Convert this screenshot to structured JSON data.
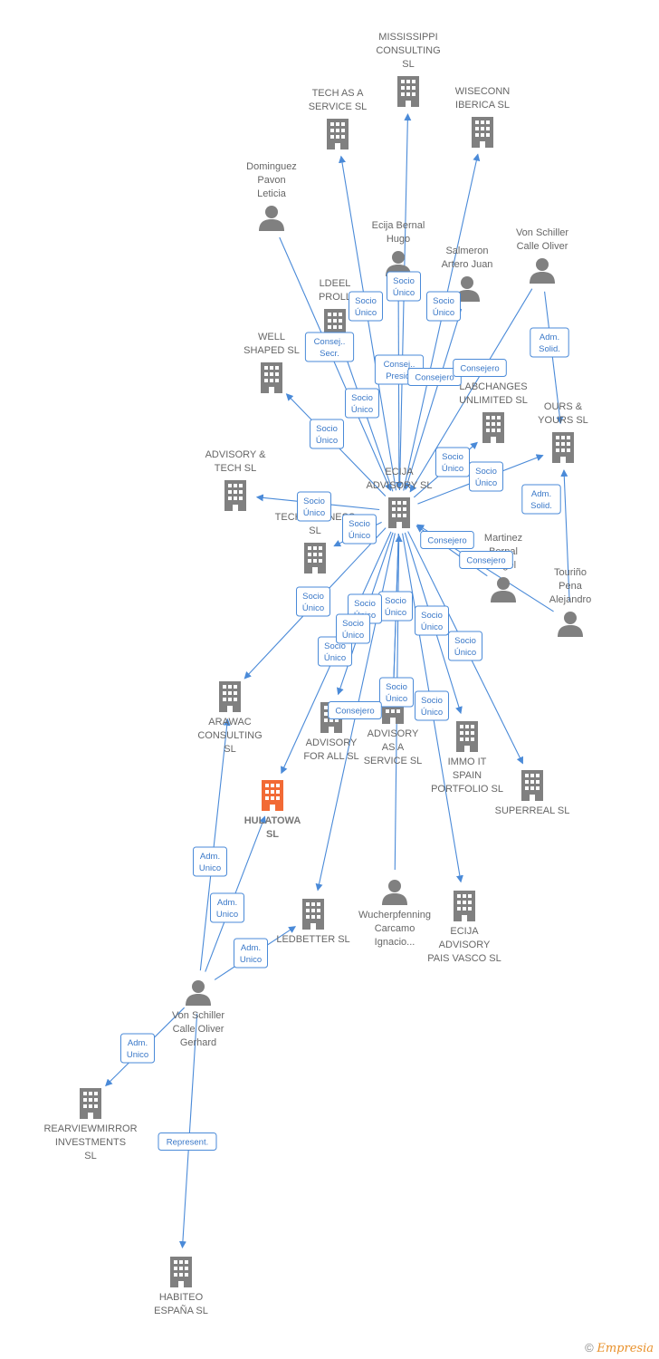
{
  "colors": {
    "edge": "#4a8ad8",
    "node": "#808080",
    "focus": "#f26a35"
  },
  "nodes": [
    {
      "id": "mississippi",
      "type": "company",
      "label": [
        "MISSISSIPPI",
        "CONSULTING",
        "SL"
      ]
    },
    {
      "id": "techaas",
      "type": "company",
      "label": [
        "TECH AS A",
        "SERVICE  SL"
      ]
    },
    {
      "id": "wiseconn",
      "type": "company",
      "label": [
        "WISECONN",
        "IBERICA  SL"
      ]
    },
    {
      "id": "dominguez",
      "type": "person",
      "label": [
        "Dominguez",
        "Pavon",
        "Leticia"
      ]
    },
    {
      "id": "ecijahugo",
      "type": "person",
      "label": [
        "Ecija Bernal",
        "Hugo"
      ]
    },
    {
      "id": "salmeron",
      "type": "person",
      "label": [
        "Salmeron",
        "Artero Juan"
      ]
    },
    {
      "id": "vonschiller1",
      "type": "person",
      "label": [
        "Von Schiller",
        "Calle Oliver"
      ]
    },
    {
      "id": "ldeel",
      "type": "company",
      "label": [
        "LDEEL",
        "PROLL"
      ]
    },
    {
      "id": "wellshaped",
      "type": "company",
      "label": [
        "WELL",
        "SHAPED  SL"
      ]
    },
    {
      "id": "labchanges",
      "type": "company",
      "label": [
        "LABCHANGES",
        "UNLIMITED  SL"
      ]
    },
    {
      "id": "oursyours",
      "type": "company",
      "label": [
        "OURS &",
        "YOURS SL"
      ]
    },
    {
      "id": "advisorytech",
      "type": "company",
      "label": [
        "ADVISORY &",
        "TECH  SL"
      ]
    },
    {
      "id": "ecija",
      "type": "company",
      "label": [
        "ECIJA",
        "ADVISORY  SL"
      ]
    },
    {
      "id": "techbusiness",
      "type": "company",
      "label": [
        "TECH BUSINESS",
        "SL"
      ]
    },
    {
      "id": "martinez",
      "type": "person",
      "label": [
        "Martinez",
        "Bernal",
        "Angel"
      ]
    },
    {
      "id": "tourino",
      "type": "person",
      "label": [
        "Touriño",
        "Pena",
        "Alejandro"
      ]
    },
    {
      "id": "arawac",
      "type": "company",
      "label": [
        "ARAWAC",
        "CONSULTING",
        "SL"
      ]
    },
    {
      "id": "advisoryforall",
      "type": "company",
      "label": [
        "ADVISORY",
        "FOR ALL  SL"
      ]
    },
    {
      "id": "advisoryaas",
      "type": "company",
      "label": [
        "ADVISORY",
        "AS A",
        "SERVICE  SL"
      ]
    },
    {
      "id": "immoit",
      "type": "company",
      "label": [
        "IMMO IT",
        "SPAIN",
        "PORTFOLIO  SL"
      ]
    },
    {
      "id": "superreal",
      "type": "company",
      "label": [
        "SUPERREAL  SL"
      ]
    },
    {
      "id": "hulatowa",
      "type": "company",
      "focus": true,
      "label": [
        "HULATOWA",
        "SL"
      ]
    },
    {
      "id": "ledbetter",
      "type": "company",
      "label": [
        "LEDBETTER  SL"
      ]
    },
    {
      "id": "wucherpfenning",
      "type": "person",
      "label": [
        "Wucherpfenning",
        "Carcamo",
        "Ignacio..."
      ]
    },
    {
      "id": "ecijapv",
      "type": "company",
      "label": [
        "ECIJA",
        "ADVISORY",
        "PAIS VASCO  SL"
      ]
    },
    {
      "id": "vonschiller2",
      "type": "person",
      "label": [
        "Von Schiller",
        "Calle Oliver",
        "Gerhard"
      ]
    },
    {
      "id": "rearview",
      "type": "company",
      "label": [
        "REARVIEWMIRROR",
        "INVESTMENTS",
        "SL"
      ]
    },
    {
      "id": "habiteo",
      "type": "company",
      "label": [
        "HABITEO",
        "ESPAÑA  SL"
      ]
    }
  ],
  "edges": [
    {
      "from": "ecija",
      "to": "mississippi",
      "label": [
        "Socio",
        "Único"
      ]
    },
    {
      "from": "ecija",
      "to": "techaas",
      "label": [
        "Socio",
        "Único"
      ]
    },
    {
      "from": "ecija",
      "to": "wiseconn",
      "label": [
        "Socio",
        "Único"
      ]
    },
    {
      "from": "dominguez",
      "to": "ecija",
      "label": [
        "Consej..",
        "Secr."
      ]
    },
    {
      "from": "ecijahugo",
      "to": "ecija",
      "label": [
        "Consej..",
        "Presid."
      ]
    },
    {
      "from": "salmeron",
      "to": "ecija",
      "label": [
        "Consejero"
      ]
    },
    {
      "from": "vonschiller1",
      "to": "ecija",
      "label": [
        "Consejero"
      ]
    },
    {
      "from": "vonschiller1",
      "to": "oursyours",
      "label": [
        "Adm.",
        "Solid."
      ]
    },
    {
      "from": "ecija",
      "to": "ldeel",
      "label": [
        "Socio",
        "Único"
      ]
    },
    {
      "from": "ecija",
      "to": "wellshaped",
      "label": [
        "Socio",
        "Único"
      ]
    },
    {
      "from": "ecija",
      "to": "oursyours",
      "label": [
        "Socio",
        "Único"
      ]
    },
    {
      "from": "ecija",
      "to": "labchanges",
      "label": [
        "Socio",
        "Único"
      ]
    },
    {
      "from": "martinez",
      "to": "ecija",
      "label": [
        "Consejero"
      ]
    },
    {
      "from": "tourino",
      "to": "oursyours",
      "label": [
        "Adm.",
        "Solid."
      ]
    },
    {
      "from": "tourino",
      "to": "ecija",
      "label": [
        "Consejero"
      ]
    },
    {
      "from": "ecija",
      "to": "advisorytech",
      "label": [
        "Socio",
        "Único"
      ]
    },
    {
      "from": "ecija",
      "to": "techbusiness",
      "label": [
        "Socio",
        "Único"
      ]
    },
    {
      "from": "ecija",
      "to": "arawac",
      "label": [
        "Socio",
        "Único"
      ]
    },
    {
      "from": "ecija",
      "to": "advisoryforall",
      "label": [
        "Socio",
        "Único"
      ]
    },
    {
      "from": "ecija",
      "to": "advisoryaas",
      "label": [
        "Socio",
        "Único"
      ]
    },
    {
      "from": "ecija",
      "to": "immoit",
      "label": [
        "Socio",
        "Único"
      ]
    },
    {
      "from": "ecija",
      "to": "superreal",
      "label": [
        "Socio",
        "Único"
      ]
    },
    {
      "from": "ecija",
      "to": "hulatowa",
      "label": [
        "Socio",
        "Único"
      ]
    },
    {
      "from": "ecija",
      "to": "ledbetter",
      "label": [
        "Socio",
        "Único"
      ]
    },
    {
      "from": "ecija",
      "to": "ecijapv",
      "label": [
        "Socio",
        "Único"
      ]
    },
    {
      "from": "ecija",
      "to": "advisoryaas2",
      "label": [
        "Socio",
        "Único"
      ]
    },
    {
      "from": "wucherpfenning",
      "to": "ecija",
      "label": [
        "Consejero"
      ]
    },
    {
      "from": "vonschiller2",
      "to": "arawac",
      "label": [
        "Adm.",
        "Unico"
      ]
    },
    {
      "from": "vonschiller2",
      "to": "hulatowa",
      "label": [
        "Adm.",
        "Unico"
      ]
    },
    {
      "from": "vonschiller2",
      "to": "ledbetter",
      "label": [
        "Adm.",
        "Unico"
      ]
    },
    {
      "from": "vonschiller2",
      "to": "rearview",
      "label": [
        "Adm.",
        "Unico"
      ]
    },
    {
      "from": "vonschiller2",
      "to": "habiteo",
      "label": [
        "Represent."
      ]
    }
  ],
  "footer": {
    "symbol": "©",
    "brand": "Empresia"
  }
}
